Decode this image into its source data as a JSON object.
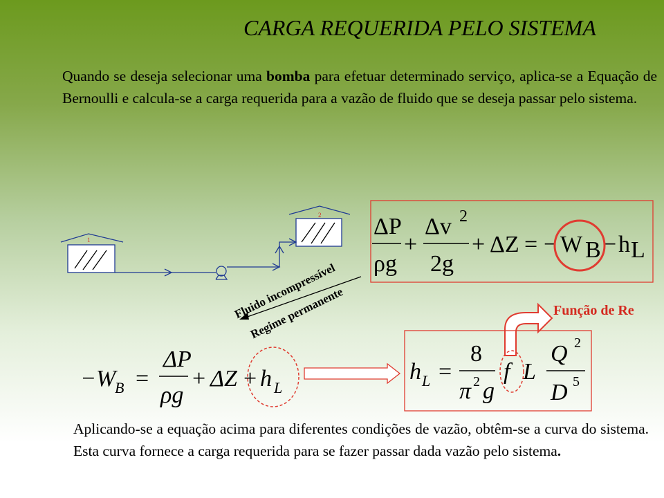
{
  "title": "CARGA REQUERIDA PELO SISTEMA",
  "intro": {
    "before": "Quando se deseja selecionar uma ",
    "bold": "bomba",
    "after": " para efetuar determinado serviço, aplica-se a Equação de Bernoulli e calcula-se a carga requerida para a vazão de fluido que se deseja passar pelo sistema."
  },
  "diagram": {
    "tank1_label": "1",
    "tank2_label": "2",
    "note_incompressible": "Fluido incompressível",
    "note_permanent": "Regime permanente"
  },
  "equations": {
    "bernoulli": {
      "t1_num": "ΔP",
      "t1_den": "ρg",
      "t2_num": "Δv",
      "t2_exp": "2",
      "t2_den": "2g",
      "t3": "ΔZ",
      "eq": "=",
      "wb": "W",
      "wb_sub": "B",
      "hl": "h",
      "hl_sub": "L",
      "plus": "+",
      "minus": "−"
    },
    "pump_work": {
      "lhs": "−W",
      "lhs_sub": "B",
      "eq": "=",
      "t1_num": "ΔP",
      "t1_den": "ρg",
      "t2": "ΔZ",
      "t3": "h",
      "t3_sub": "L",
      "plus": "+"
    },
    "head_loss": {
      "lhs": "h",
      "lhs_sub": "L",
      "eq": "=",
      "num": "8",
      "den_pi": "π",
      "den_exp": "2",
      "den_g": "g",
      "f": "f",
      "L": "L",
      "q": "Q",
      "q_exp": "2",
      "d": "D",
      "d_exp": "5"
    }
  },
  "funcao_label": "Função de Re",
  "conclusion": {
    "text": "Aplicando-se a equação acima para diferentes condições de vazão, obtêm-se a curva do sistema. Esta curva fornece a carga requerida para se fazer passar dada vazão pelo sistema",
    "end": "."
  },
  "colors": {
    "accent_red": "#e03c31",
    "diagram_blue": "#1f3a93"
  }
}
